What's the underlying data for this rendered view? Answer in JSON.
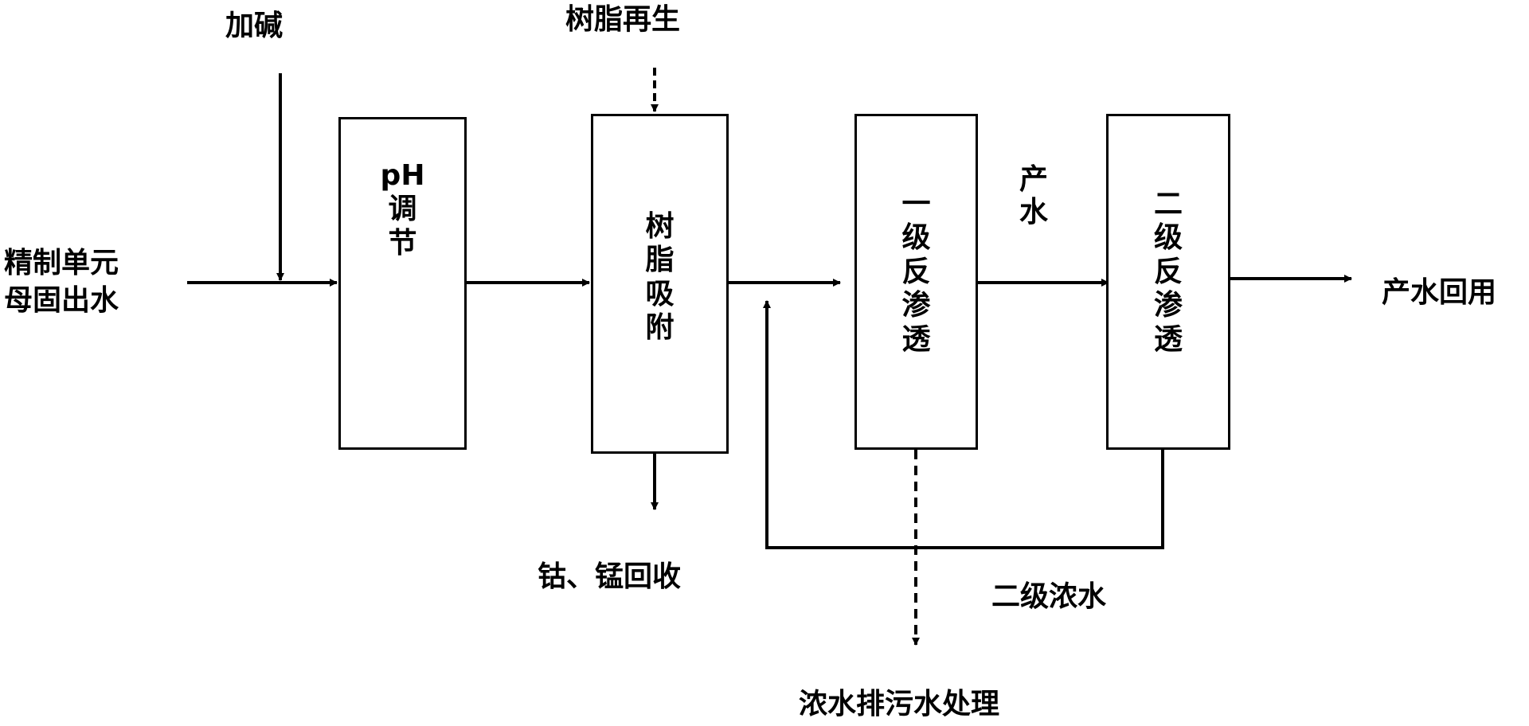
{
  "inputs": {
    "feed_label": "精制单元\n母固出水",
    "alkali_label": "加碱",
    "resin_regen_label": "树脂再生"
  },
  "units": {
    "ph_adjust": "pH\n调\n节",
    "resin_adsorption": "树\n脂\n吸\n附",
    "ro_stage1": "一\n级\n反\n渗\n透",
    "ro_stage2": "二\n级\n反\n渗\n透"
  },
  "streams": {
    "permeate_label": "产\n水",
    "reuse_label": "产水回用",
    "metal_recovery_label": "钴、锰回收",
    "stage2_concentrate_label": "二级浓水",
    "concentrate_discharge_label": "浓水排污水处理"
  },
  "colors": {
    "line": "#000000",
    "background": "#ffffff"
  }
}
